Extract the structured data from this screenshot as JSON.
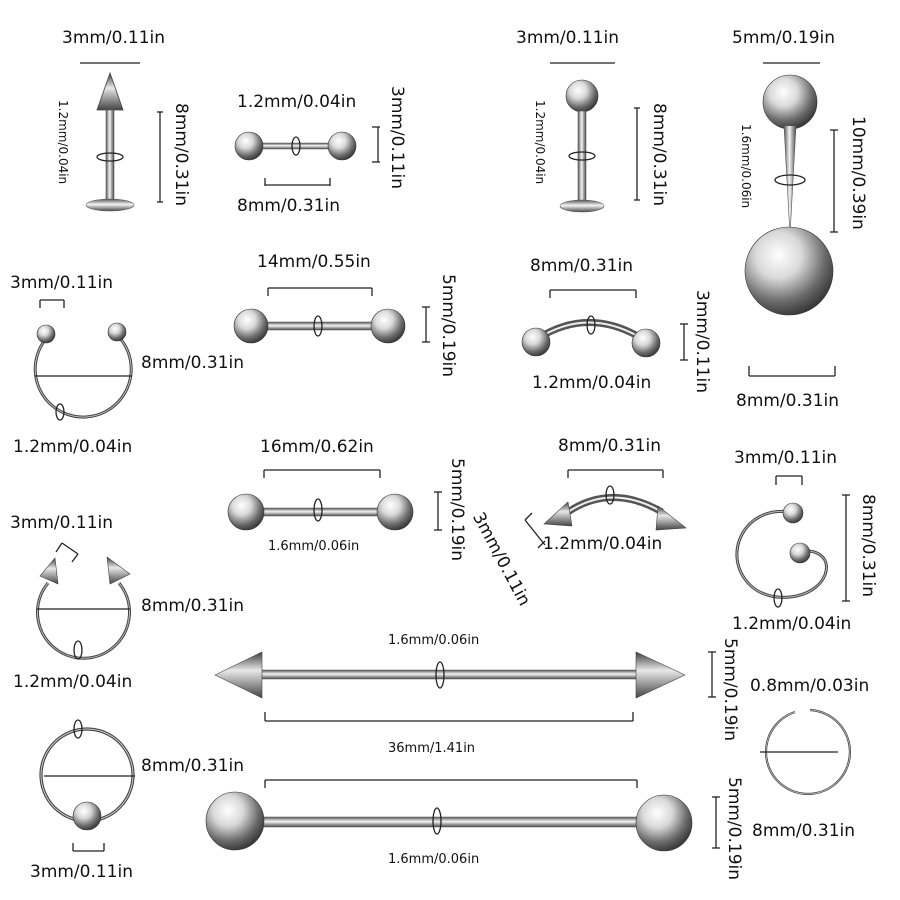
{
  "items": [
    {
      "name": "spike-labret",
      "dims": [
        "3mm/0.11in",
        "1.2mm/0.04in",
        "8mm/0.31in"
      ]
    },
    {
      "name": "ball-barbell-small",
      "dims": [
        "1.2mm/0.04in",
        "3mm/0.11in",
        "8mm/0.31in"
      ]
    },
    {
      "name": "ball-labret",
      "dims": [
        "3mm/0.11in",
        "1.2mm/0.04in",
        "8mm/0.31in"
      ]
    },
    {
      "name": "belly-ring",
      "dims": [
        "5mm/0.19in",
        "1.6mm/0.06in",
        "10mm/0.39in",
        "8mm/0.31in"
      ]
    },
    {
      "name": "horseshoe-ball",
      "dims": [
        "3mm/0.11in",
        "8mm/0.31in",
        "1.2mm/0.04in"
      ]
    },
    {
      "name": "barbell-14mm",
      "dims": [
        "14mm/0.55in",
        "5mm/0.19in"
      ]
    },
    {
      "name": "curved-barbell-ball",
      "dims": [
        "8mm/0.31in",
        "3mm/0.11in",
        "1.2mm/0.04in"
      ]
    },
    {
      "name": "barbell-16mm",
      "dims": [
        "16mm/0.62in",
        "5mm/0.19in",
        "1.6mm/0.06in"
      ]
    },
    {
      "name": "curved-barbell-spike",
      "dims": [
        "8mm/0.31in",
        "3mm/0.11in",
        "1.2mm/0.04in"
      ]
    },
    {
      "name": "spiral-ring",
      "dims": [
        "3mm/0.11in",
        "8mm/0.31in",
        "1.2mm/0.04in"
      ]
    },
    {
      "name": "horseshoe-spike",
      "dims": [
        "3mm/0.11in",
        "8mm/0.31in",
        "1.2mm/0.04in"
      ]
    },
    {
      "name": "industrial-spike",
      "dims": [
        "1.6mm/0.06in",
        "5mm/0.19in",
        "36mm/1.41in"
      ]
    },
    {
      "name": "nose-hoop",
      "dims": [
        "0.8mm/0.03in",
        "8mm/0.31in"
      ]
    },
    {
      "name": "captive-bead-ring",
      "dims": [
        "8mm/0.31in",
        "3mm/0.11in"
      ]
    },
    {
      "name": "industrial-ball",
      "dims": [
        "5mm/0.19in",
        "1.6mm/0.06in"
      ]
    }
  ]
}
